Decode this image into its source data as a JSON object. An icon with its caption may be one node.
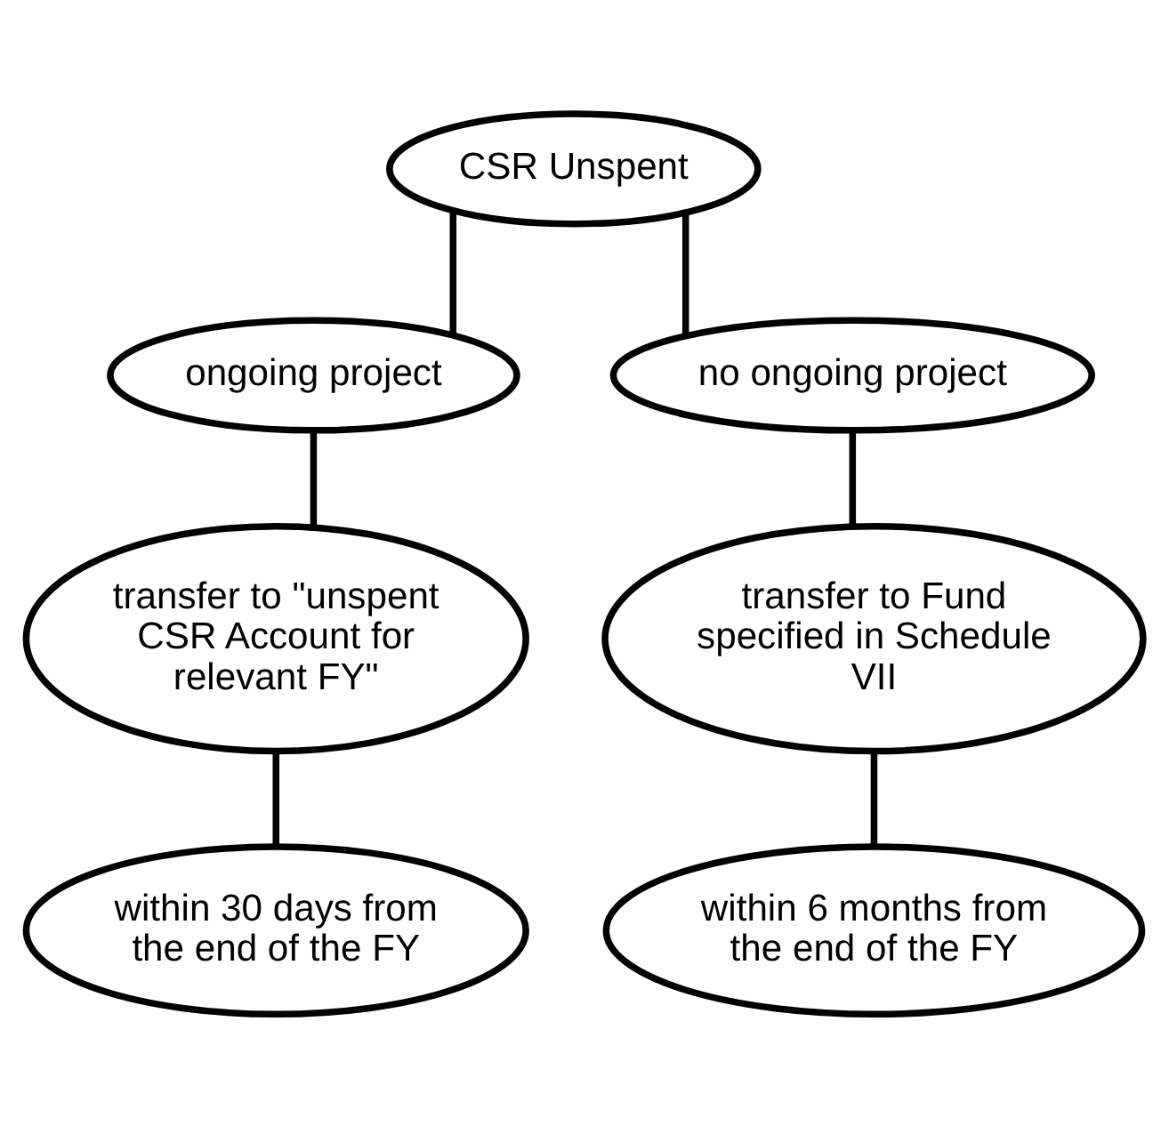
{
  "diagram": {
    "nodes": [
      {
        "text": [
          "CSR Unspent"
        ]
      },
      {
        "text": [
          "ongoing project"
        ]
      },
      {
        "text": [
          "no ongoing project"
        ]
      },
      {
        "text": [
          "transfer to \"unspent CSR Account for relevant FY\""
        ]
      },
      {
        "text": [
          "transfer to Fund specified in Schedule VII"
        ]
      },
      {
        "text": [
          "within 30 days from the end of the FY"
        ]
      },
      {
        "text": [
          "within 6 months from the end of the FY"
        ]
      }
    ],
    "edges": [
      {
        "from": 0,
        "to": 1,
        "arrow": "none"
      },
      {
        "from": 0,
        "to": 2,
        "arrow": "none"
      },
      {
        "from": 1,
        "to": 3,
        "arrow": "none"
      },
      {
        "from": 2,
        "to": 4,
        "arrow": "none"
      },
      {
        "from": 3,
        "to": 5,
        "arrow": "none"
      },
      {
        "from": 4,
        "to": 6,
        "arrow": "none"
      }
    ]
  }
}
